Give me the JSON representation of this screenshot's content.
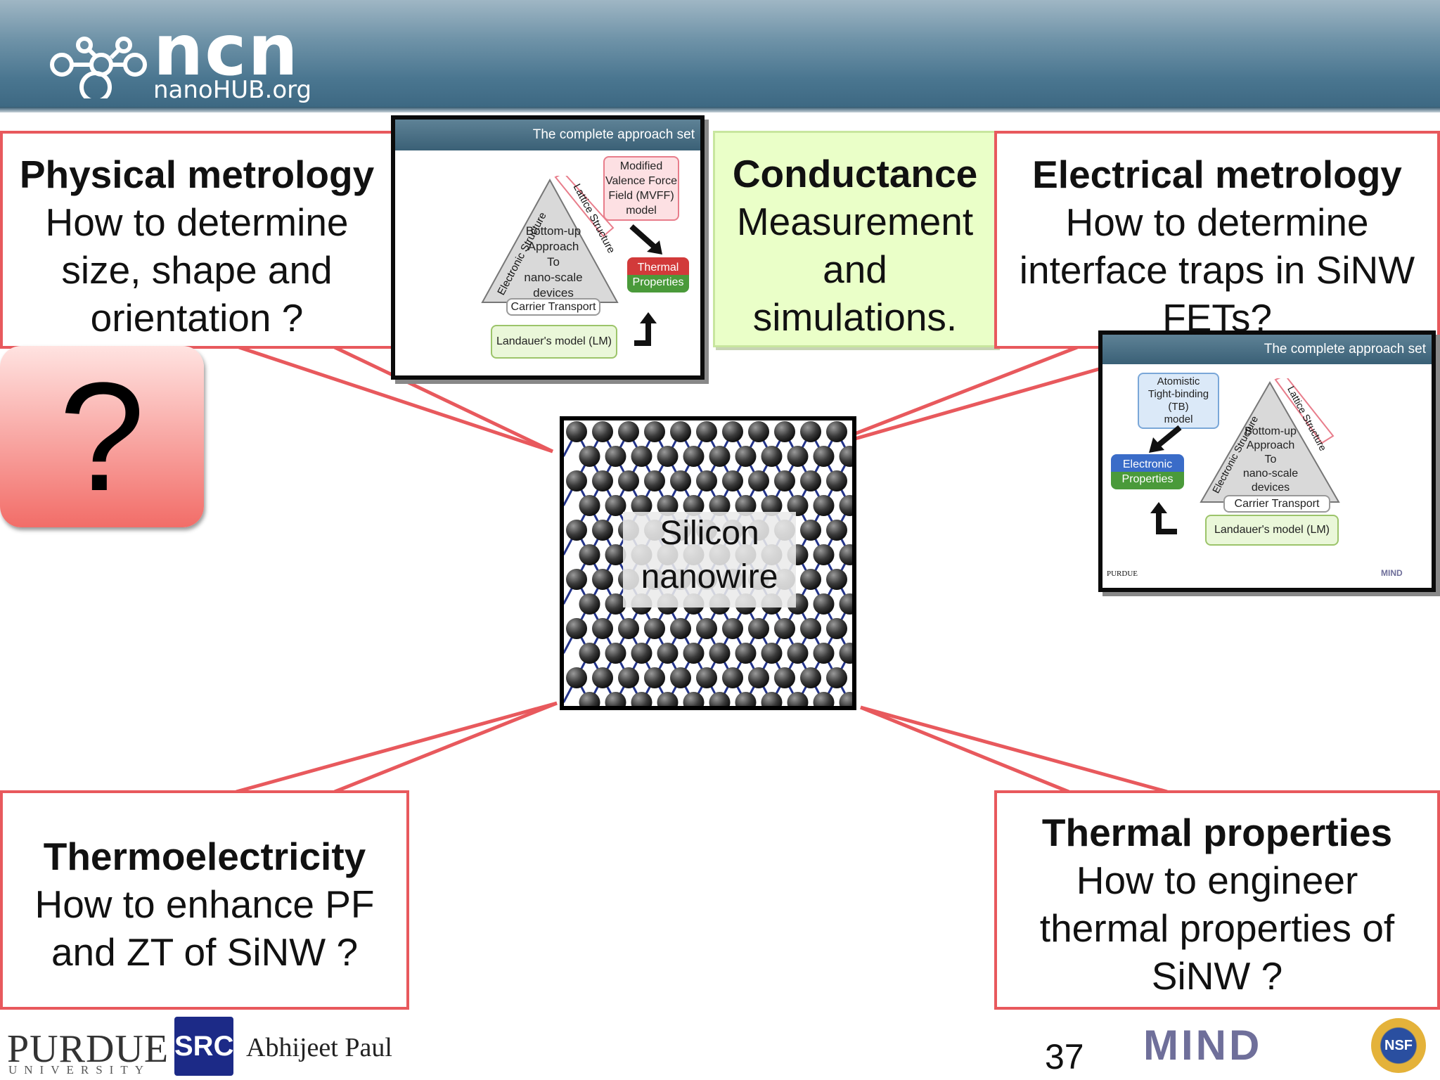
{
  "header": {
    "logo_text": "ncn",
    "logo_sub": "nanoHUB.org"
  },
  "boxes": {
    "physical": {
      "title": "Physical metrology",
      "lines": [
        "How to determine",
        "size, shape and",
        "orientation ?"
      ]
    },
    "conductance": {
      "lines": [
        "Conductance",
        "Measurement",
        "and",
        "simulations."
      ]
    },
    "electrical": {
      "title": "Electrical metrology",
      "lines": [
        "How to determine",
        "interface traps in SiNW",
        "FETs?"
      ]
    },
    "thermoelectric": {
      "title": "Thermoelectricity",
      "lines": [
        "How to enhance PF",
        "and ZT of SiNW ?"
      ]
    },
    "thermal": {
      "title": "Thermal properties",
      "lines": [
        "How to engineer",
        "thermal properties of",
        "SiNW ?"
      ]
    }
  },
  "question_mark": "?",
  "nanowire_label": [
    "Silicon",
    "nanowire"
  ],
  "thumb_left": {
    "header": "The complete approach set",
    "tri_text": [
      "Bottom-up",
      "Approach",
      "To",
      "nano-scale",
      "devices"
    ],
    "left_side": "Electronic Structure",
    "right_side": "Lattice Structure",
    "carrier": "Carrier Transport",
    "landauer": "Landauer's model (LM)",
    "mvff": [
      "Modified",
      "Valence Force",
      "Field (MVFF)",
      "model"
    ],
    "thermal": [
      "Thermal",
      "Properties"
    ]
  },
  "thumb_right": {
    "header": "The complete approach set",
    "tb": [
      "Atomistic",
      "Tight-binding",
      "(TB)",
      "model"
    ],
    "electronic": [
      "Electronic",
      "Properties"
    ],
    "tri_text": [
      "Bottom-up",
      "Approach",
      "To",
      "nano-scale",
      "devices"
    ],
    "left_side": "Electronic Structure",
    "right_side": "Lattice Structure",
    "carrier": "Carrier Transport",
    "landauer": "Landauer's model (LM)",
    "footer_left": "PURDUE",
    "footer_mind": "MIND"
  },
  "footer": {
    "purdue": "PURDUE",
    "university": "UNIVERSITY",
    "src": "SRC",
    "author": "Abhijeet Paul",
    "page": "37",
    "mind": "MIND",
    "nsf": "NSF"
  },
  "colors": {
    "box_border": "#e8595d",
    "conductance_bg": "#eaffc8",
    "banner": "#4a7690"
  }
}
